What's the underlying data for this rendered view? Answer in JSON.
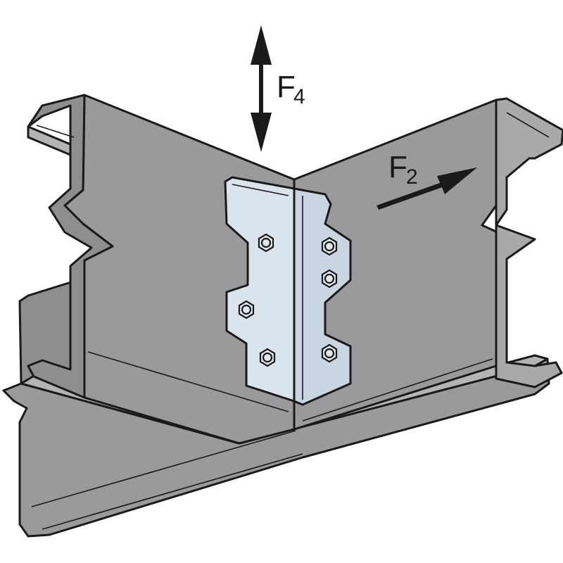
{
  "diagram": {
    "force_vertical": {
      "letter": "F",
      "subscript": "4"
    },
    "force_horizontal": {
      "letter": "F",
      "subscript": "2"
    },
    "colors": {
      "steel": "#9a9a9d",
      "steel_dark": "#8e8e91",
      "steel_light": "#a9a9ac",
      "steel_edge": "#b4b4b7",
      "outline": "#1a1a1a",
      "clip": "#c9d5e0",
      "clip_light": "#dae4ec",
      "screw": "#dfe7ee",
      "background": "#ffffff"
    }
  }
}
